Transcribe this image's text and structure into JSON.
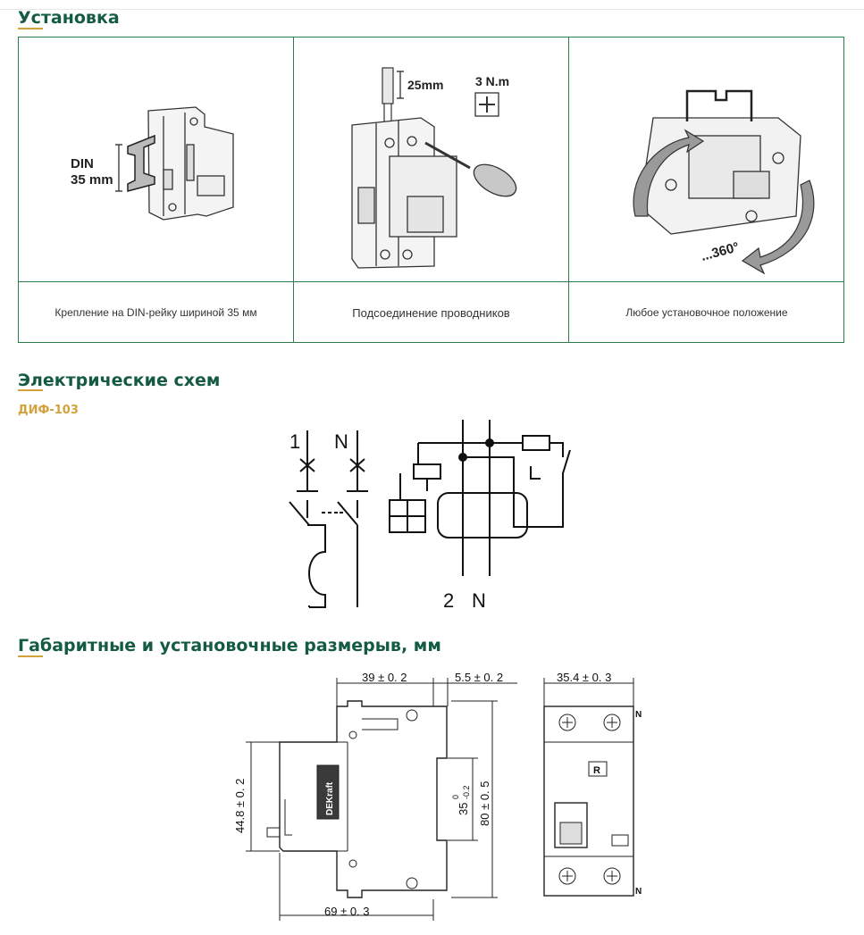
{
  "sections": {
    "install_title": "Установка",
    "scheme_title": "Электрические схем",
    "scheme_subtitle": "ДИФ-103",
    "dims_title": "Габаритные и установочные размерыв, мм"
  },
  "install": {
    "cells": [
      {
        "caption": "Крепление на DIN-рейку шириной 35 мм",
        "label_line1": "DIN",
        "label_line2": "35 mm"
      },
      {
        "caption": "Подсоединение проводников",
        "label_length": "25mm",
        "label_torque": "3 N.m"
      },
      {
        "caption": "Любое установочное положение",
        "label_angle": "...360°"
      }
    ]
  },
  "scheme": {
    "top_labels": [
      "1",
      "N"
    ],
    "bottom_labels": [
      "2",
      "N"
    ]
  },
  "dimensions": {
    "width_main": "39 ± 0. 2",
    "offset": "5.5 ± 0. 2",
    "front_width": "35.4 ± 0. 3",
    "height_left": "44.8 ± 0. 2",
    "rail": "35",
    "rail_tol_up": "0",
    "rail_tol_down": "-0.2",
    "height_total": "80 ± 0. 5",
    "depth_total": "69 ± 0. 3",
    "brand": "DEKraft",
    "front_letter": "R",
    "terminal_label": "N"
  },
  "colors": {
    "heading": "#155a43",
    "accent": "#d4a23c",
    "border": "#2d7a4a"
  }
}
